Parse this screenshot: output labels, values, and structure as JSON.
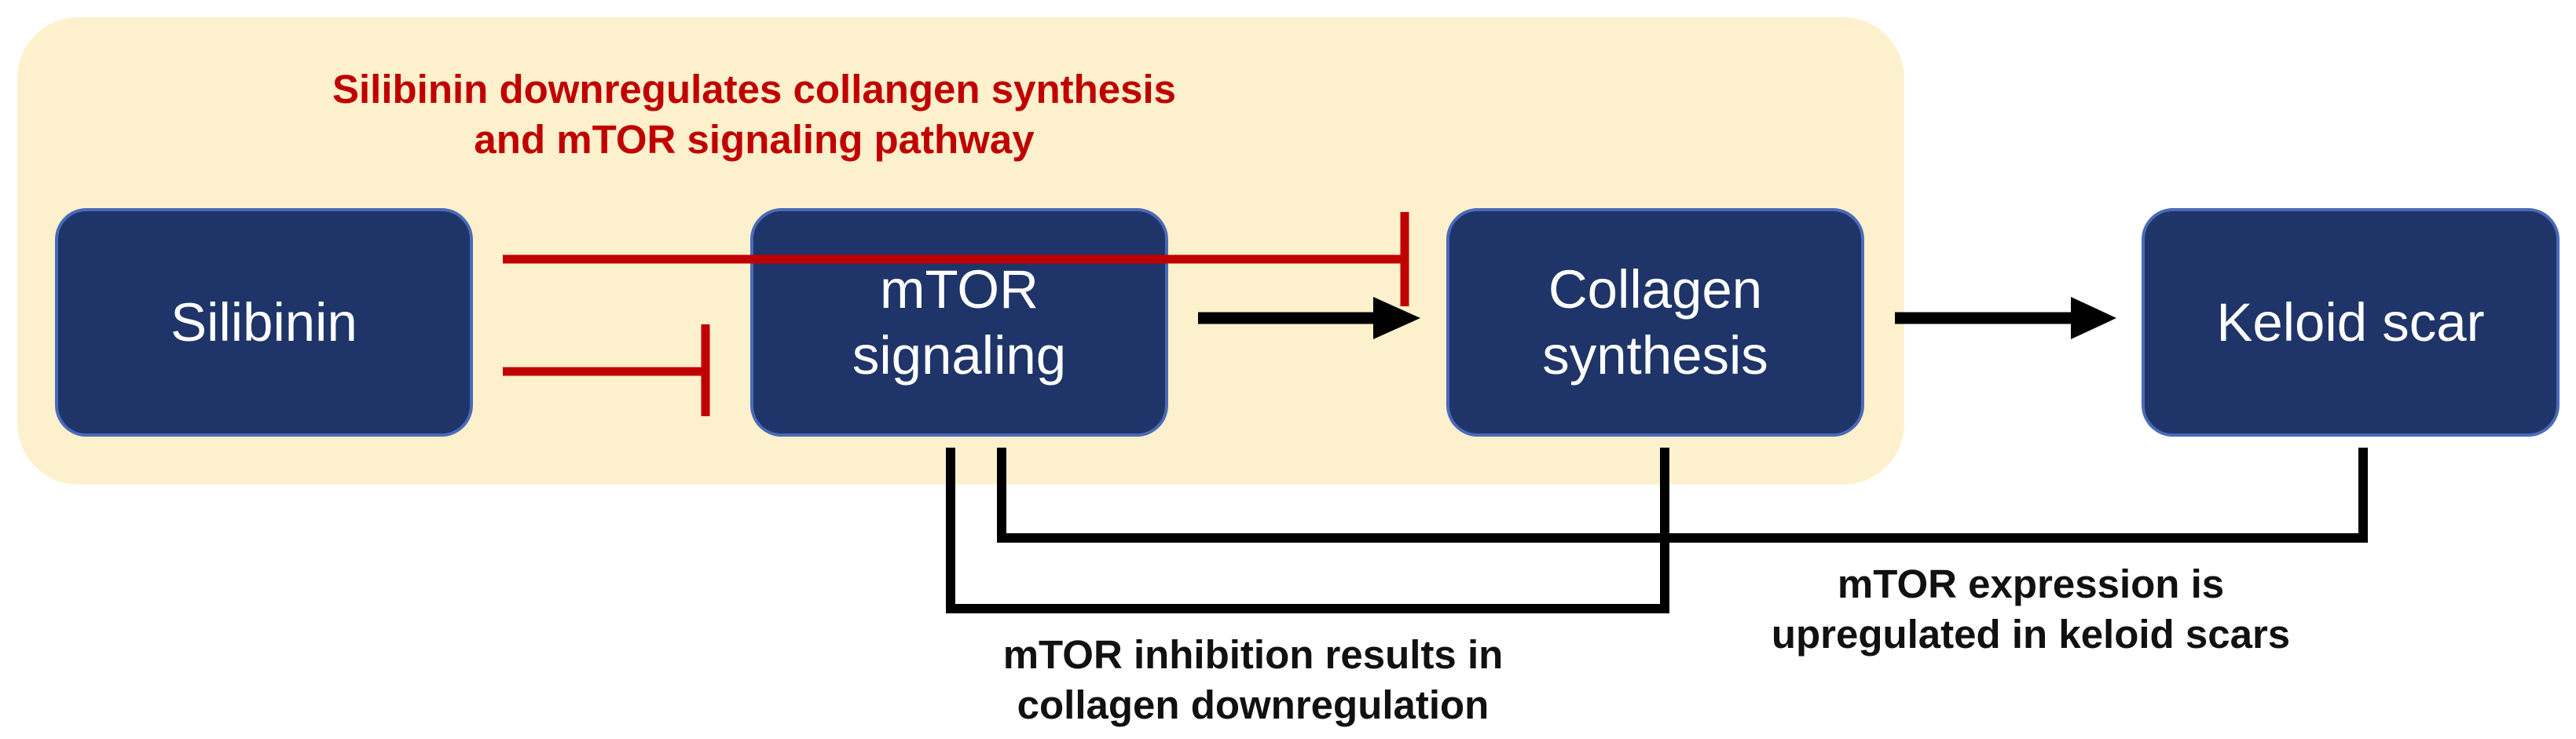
{
  "title": "Silibinin downregulates collangen synthesis\nand mTOR signaling pathway",
  "boxes": {
    "silibinin": "Silibinin",
    "mtor": "mTOR\nsignaling",
    "collagen": "Collagen\nsynthesis",
    "keloid": "Keloid scar"
  },
  "captions": {
    "inhibition": "mTOR inhibition results in\ncollagen downregulation",
    "expression": "mTOR expression is\nupregulated in keloid scars"
  },
  "colors": {
    "box_fill": "#1f3468",
    "panel_fill": "#fdf0cc",
    "inhibit_line": "#c00000",
    "arrow": "#000000"
  }
}
